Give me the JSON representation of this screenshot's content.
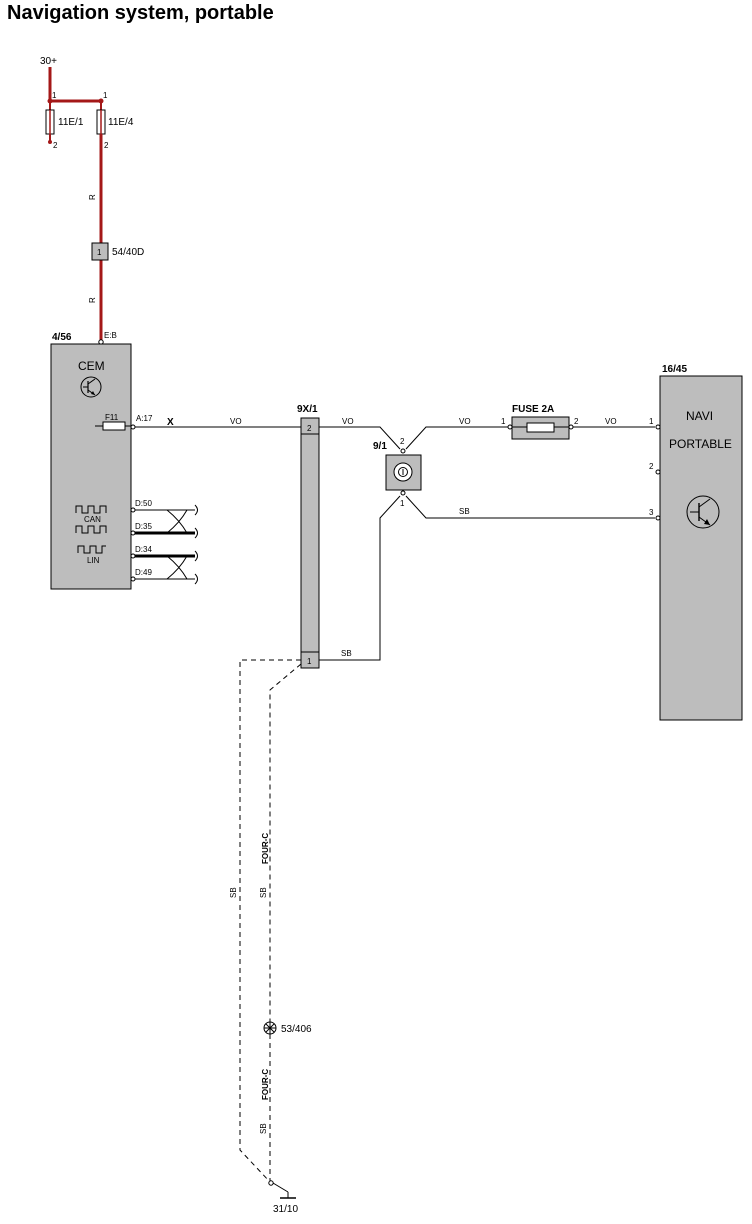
{
  "title": "Navigation system, portable",
  "colors": {
    "power_red": "#a41818",
    "component_gray": "#bdbdbd",
    "wire": "#000000"
  },
  "supply": {
    "label": "30+"
  },
  "fuses": [
    {
      "id": "11E/1",
      "pin_top": "1",
      "pin_bottom": "2"
    },
    {
      "id": "11E/4",
      "pin_top": "1",
      "pin_bottom": "2"
    }
  ],
  "wire_colors": {
    "red_upper": "R",
    "red_lower": "R"
  },
  "connector_5440": {
    "id": "54/40D",
    "pin": "1"
  },
  "cem": {
    "ref": "4/56",
    "name": "CEM",
    "pin_top": "E:B",
    "fuse": "F11",
    "pin_fuse": "A:17",
    "signal": "X",
    "bus_pins": [
      "D:50",
      "D:35",
      "D:34",
      "D:49"
    ],
    "can_label": "CAN",
    "lin_label": "LIN"
  },
  "connector_9x1": {
    "ref": "9X/1",
    "pin_top": "2",
    "pin_bottom": "1"
  },
  "relay_91": {
    "ref": "9/1",
    "pin_top": "2",
    "pin_bottom": "1"
  },
  "fuse_2a": {
    "label": "FUSE 2A",
    "pin_left": "1",
    "pin_right": "2"
  },
  "navi": {
    "ref": "16/45",
    "name": "NAVI",
    "name2": "PORTABLE",
    "pins": [
      "1",
      "2",
      "3"
    ]
  },
  "wires": {
    "vo": "VO",
    "sb": "SB"
  },
  "splice": {
    "ref": "53/406"
  },
  "ground": {
    "ref": "31/10"
  },
  "harness": {
    "label": "FOUR-C"
  }
}
